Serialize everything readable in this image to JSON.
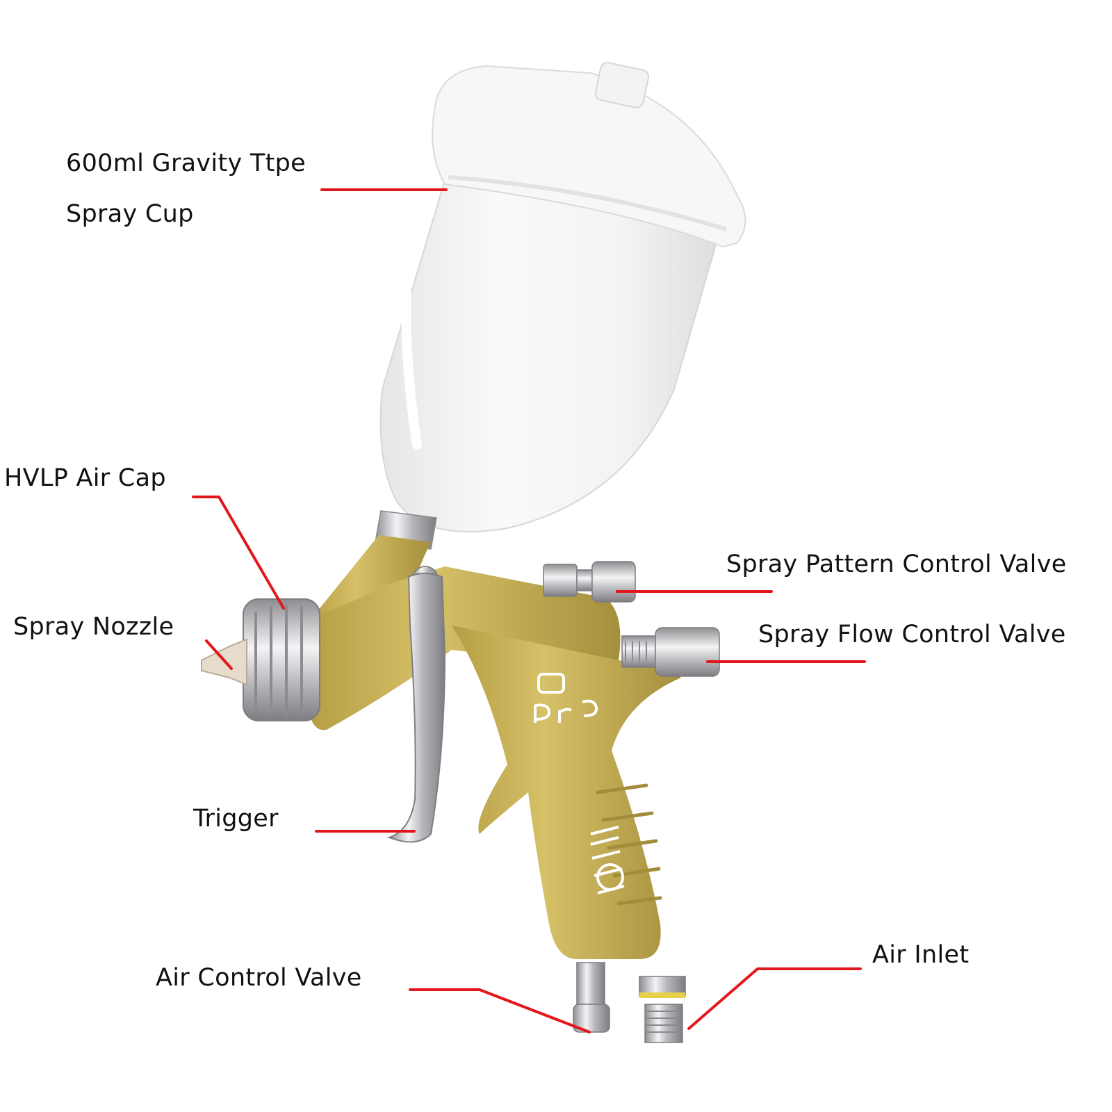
{
  "colors": {
    "leader_line": "#e3161c",
    "gun_body": "#c9b255",
    "gun_body_dark": "#a58f3c",
    "chrome": "#c9c9cc",
    "cup": "#f1f1f1",
    "text": "#111111"
  },
  "labels": {
    "cup_line1": "600ml Gravity Ttpe",
    "cup_line2": "Spray Cup",
    "air_cap": "HVLP Air Cap",
    "nozzle": "Spray Nozzle",
    "trigger": "Trigger",
    "pattern_valve": "Spray Pattern Control Valve",
    "flow_valve": "Spray Flow Control Valve",
    "air_control": "Air Control Valve",
    "air_inlet": "Air Inlet"
  }
}
